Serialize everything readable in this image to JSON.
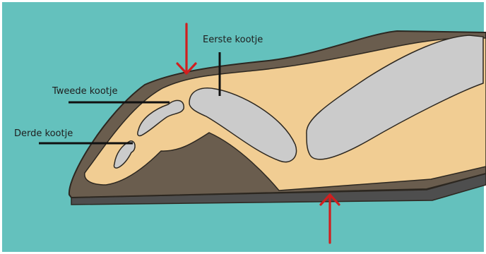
{
  "diagram": {
    "labels": {
      "first_phalanx": "Eerste kootje",
      "second_phalanx": "Tweede kootje",
      "third_phalanx": "Derde kootje"
    },
    "colors": {
      "background": "#64c1bd",
      "hoof_wall": "#6a5d4e",
      "soft_tissue": "#f1cd93",
      "bone": "#cbcbcb",
      "ground": "#4e4e4e",
      "outline": "#2c2720",
      "arrow": "#d01f1f"
    },
    "arrows": [
      {
        "name": "pressure-arrow-top",
        "direction": "down"
      },
      {
        "name": "pressure-arrow-bottom",
        "direction": "up"
      }
    ]
  }
}
